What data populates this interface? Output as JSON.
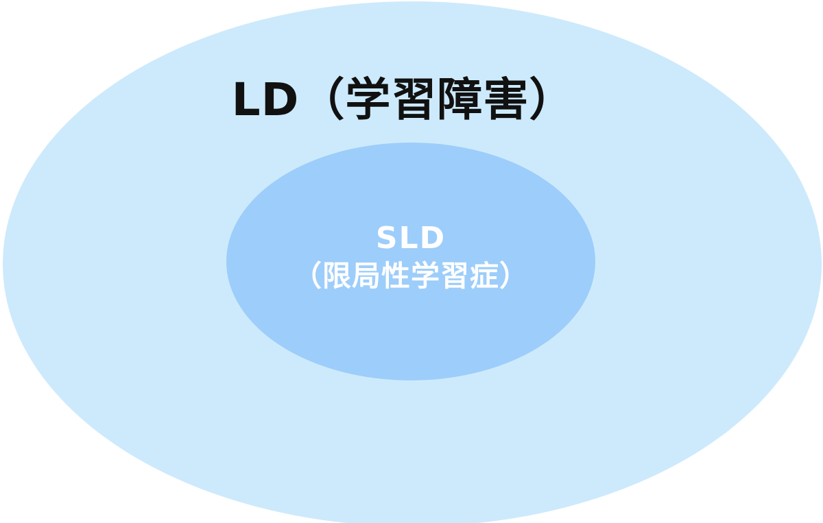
{
  "diagram": {
    "outer": {
      "label": "LD（学習障害）",
      "fill_color": "#cdeafc",
      "text_color": "#111111"
    },
    "inner": {
      "label_line1": "SLD",
      "label_line2": "（限局性学習症）",
      "fill_color": "#9dcdfa",
      "text_color": "#ffffff"
    }
  }
}
